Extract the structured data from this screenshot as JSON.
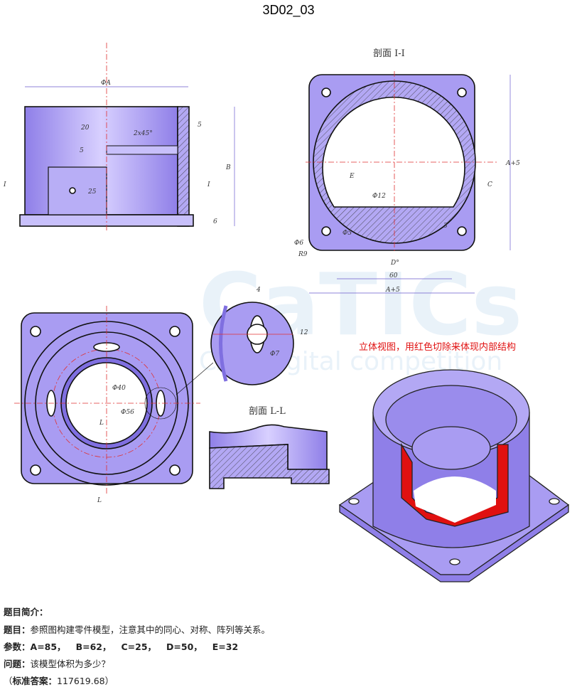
{
  "title": "3D02_03",
  "watermark": {
    "logo": "CaTICs",
    "subtitle": "CAD digital competition"
  },
  "front_view": {
    "dims": {
      "dia_a": "ΦA",
      "d20": "20",
      "d5": "5",
      "d5b": "5",
      "chamfer": "2x45°",
      "d25": "25",
      "b": "B",
      "d6": "6"
    },
    "section_marks": [
      "I",
      "I"
    ]
  },
  "section_ii": {
    "caption": "剖面 I-I",
    "dims": {
      "e": "E",
      "d12": "Φ12",
      "d5": "Φ5",
      "c": "C",
      "a5v": "A+5",
      "d6": "Φ6",
      "r9": "R9",
      "d_angle": "D°",
      "w60": "60",
      "a5h": "A+5",
      "w3": "3"
    }
  },
  "top_view": {
    "dims": {
      "d40": "Φ40",
      "d56": "Φ56"
    },
    "section_marks": [
      "L",
      "L"
    ]
  },
  "detail": {
    "dims": {
      "w4": "4",
      "h12": "12",
      "d7": "Φ7"
    }
  },
  "section_ll": {
    "caption": "剖面 L-L"
  },
  "iso_view": {
    "caption": "立体视图，用红色切除来体现内部结构"
  },
  "colors": {
    "part": "#a99cf2",
    "part_dark": "#7f6fe0",
    "cut": "#e01010",
    "center_line": "#e03030",
    "dim_line": "#6a5acd"
  },
  "info": {
    "heading": "题目简介：",
    "task_label": "题目：",
    "task_text": "参照图构建零件模型，注意其中的同心、对称、阵列等关系。",
    "params_label": "参数：",
    "params": [
      "A=85，",
      "B=62，",
      "C=25，",
      "D=50，",
      "E=32"
    ],
    "question_label": "问题：",
    "question_text": "该模型体积为多少？",
    "answer_open": "（",
    "answer_label": "标准答案：",
    "answer_value": "117619.68",
    "answer_close": "）"
  }
}
